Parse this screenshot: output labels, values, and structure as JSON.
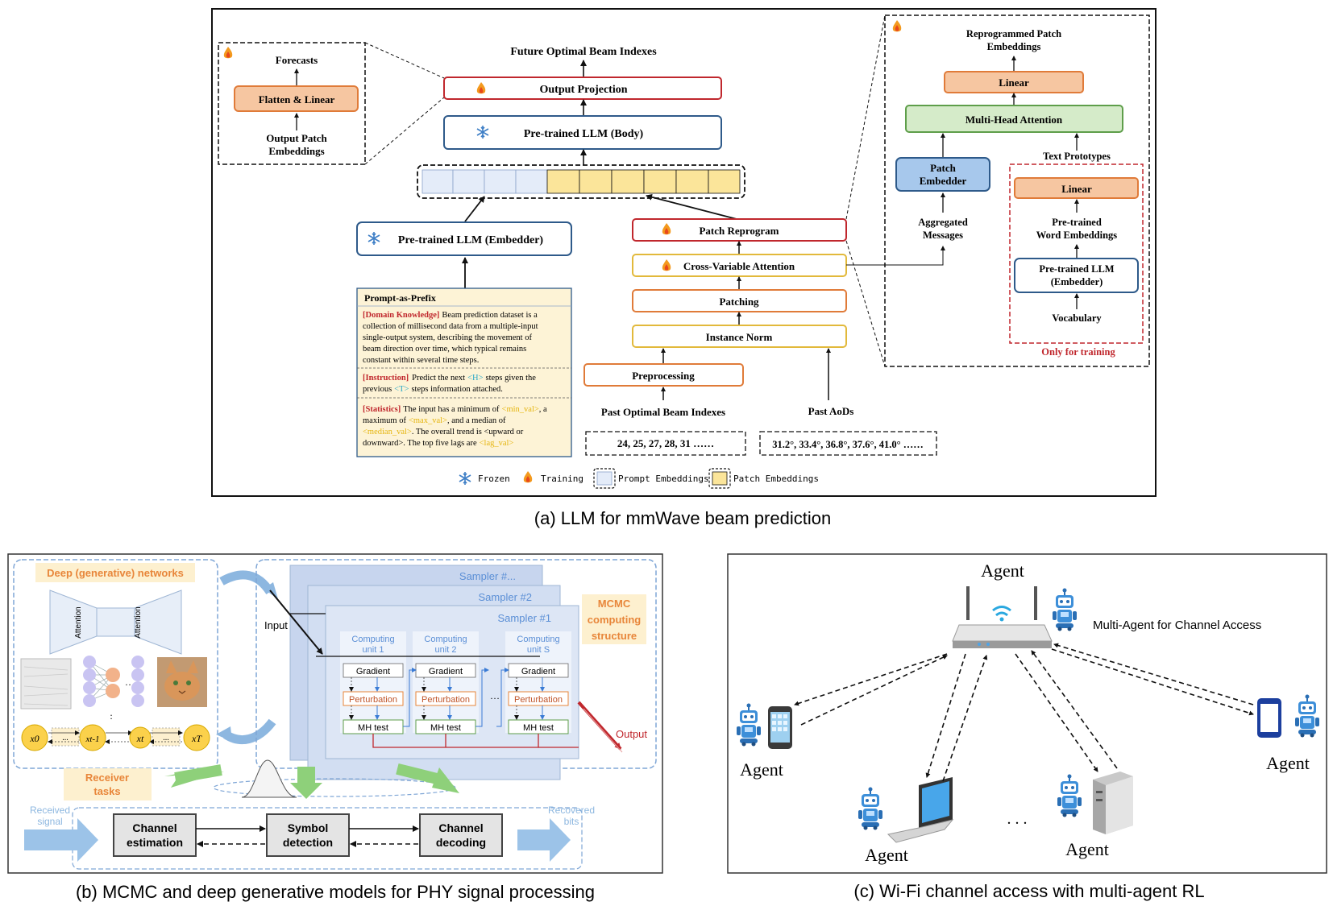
{
  "colors": {
    "red_border": "#c0272d",
    "blue_border": "#2e5a8a",
    "yellow_border": "#e2b93b",
    "orange_fill": "#f6c6a1",
    "orange_border": "#e07b39",
    "green_fill": "#d5ebc9",
    "green_border": "#5e9e4a",
    "blue_fill": "#a7c8ec",
    "prompt_fill": "#fdf3d6",
    "prompt_cell": "#e4ecf9",
    "patch_cell": "#fbe59a",
    "panel_b_blue": "#5b8fd6",
    "panel_b_orange": "#e8863a",
    "panel_b_red": "#c0272d"
  },
  "panel_a": {
    "caption": "(a) LLM for mmWave beam prediction",
    "output_label": "Future Optimal Beam Indexes",
    "output_projection": "Output Projection",
    "llm_body": "Pre-trained LLM (Body)",
    "llm_embedder": "Pre-trained LLM (Embedder)",
    "patch_reprogram": "Patch Reprogram",
    "cross_variable_attention": "Cross-Variable Attention",
    "patching": "Patching",
    "instance_norm": "Instance Norm",
    "preprocessing": "Preprocessing",
    "past_beam_label": "Past Optimal Beam Indexes",
    "past_aods_label": "Past AoDs",
    "beam_values": "24, 25, 27, 28, 31 ……",
    "aod_values": "31.2°, 33.4°, 36.8°, 37.6°, 41.0° ……",
    "left_inset": {
      "forecasts": "Forecasts",
      "flatten_linear": "Flatten & Linear",
      "output_patch_l1": "Output Patch",
      "output_patch_l2": "Embeddings"
    },
    "right_inset": {
      "reprogrammed_l1": "Reprogrammed Patch",
      "reprogrammed_l2": "Embeddings",
      "linear_top": "Linear",
      "mha": "Multi-Head Attention",
      "patch_embedder_l1": "Patch",
      "patch_embedder_l2": "Embedder",
      "aggregated_l1": "Aggregated",
      "aggregated_l2": "Messages",
      "text_prototypes": "Text Prototypes",
      "linear_inner": "Linear",
      "word_emb_l1": "Pre-trained",
      "word_emb_l2": "Word Embeddings",
      "llm_emb_l1": "Pre-trained LLM",
      "llm_emb_l2": "(Embedder)",
      "vocabulary": "Vocabulary",
      "only_training": "Only for training"
    },
    "prompt": {
      "title": "Prompt-as-Prefix",
      "dk_tag": "[Domain Knowledge]",
      "dk_lines": [
        "Beam prediction dataset is a",
        "collection of millisecond data from a multiple-input",
        "single-output system, describing the movement of",
        "beam direction over time, which typical remains",
        "constant within several time steps."
      ],
      "ins_tag": "[Instruction]",
      "ins_a": "Predict the next",
      "ins_h": "<H>",
      "ins_b": "steps given the",
      "ins_c": "previous",
      "ins_t": "<T>",
      "ins_d": "steps information attached.",
      "stat_tag": "[Statistics]",
      "stat_a": "The input has a minimum of",
      "stat_min": "<min_val>",
      "stat_b": ", a",
      "stat_c": "maximum of",
      "stat_max": "<max_val>",
      "stat_d": ", and a median of",
      "stat_med": "<median_val>",
      "stat_e": ". The overall trend is <upward or",
      "stat_f": "downward>. The top five lags are",
      "stat_lag": "<lag_val>"
    },
    "legend": {
      "frozen": "Frozen",
      "training": "Training",
      "prompt_emb": "Prompt Embeddings",
      "patch_emb": "Patch Embeddings"
    }
  },
  "panel_b": {
    "caption": "(b) MCMC and deep generative models for PHY signal processing",
    "deep_networks": "Deep (generative) networks",
    "attention": "Attention",
    "sampler_dots": "Sampler #...",
    "sampler_2": "Sampler #2",
    "sampler_1": "Sampler #1",
    "mcmc_l1": "MCMC",
    "mcmc_l2": "computing",
    "mcmc_l3": "structure",
    "input": "Input",
    "output": "Output",
    "units": [
      {
        "l1": "Computing",
        "l2": "unit 1"
      },
      {
        "l1": "Computing",
        "l2": "unit 2"
      },
      {
        "l1": "Computing",
        "l2": "unit S"
      }
    ],
    "gradient": "Gradient",
    "perturbation": "Perturbation",
    "mh_test": "MH test",
    "receiver_l1": "Receiver",
    "receiver_l2": "tasks",
    "received_l1": "Received",
    "received_l2": "signal",
    "recovered_l1": "Recovered",
    "recovered_l2": "bits",
    "channel_est_l1": "Channel",
    "channel_est_l2": "estimation",
    "symbol_l1": "Symbol",
    "symbol_l2": "detection",
    "channel_dec_l1": "Channel",
    "channel_dec_l2": "decoding",
    "x_nodes": [
      "x0",
      "xt-1",
      "xt",
      "xT"
    ]
  },
  "panel_c": {
    "caption": "(c) Wi-Fi channel access with multi-agent RL",
    "multi_agent": "Multi-Agent for Channel Access",
    "agent_top": "Agent",
    "agent_left": "Agent",
    "agent_laptop": "Agent",
    "agent_server": "Agent",
    "agent_right": "Agent",
    "dots": ". . ."
  }
}
